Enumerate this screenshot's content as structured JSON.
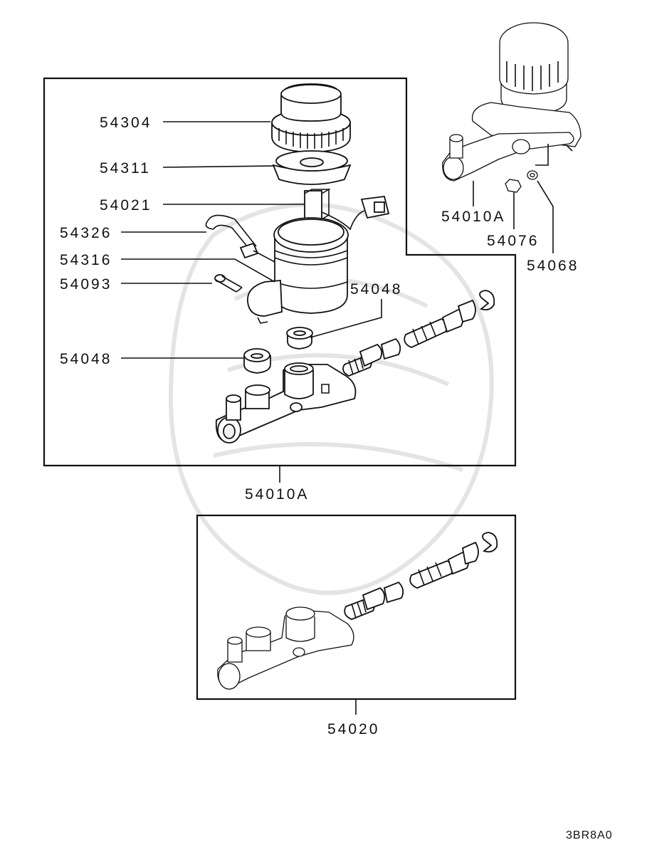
{
  "diagram": {
    "labels": {
      "reservoir_cap": "54304",
      "cap_gasket": "54311",
      "level_sensor": "54021",
      "fluid_hose": "54326",
      "reservoir": "54316",
      "screw": "54093",
      "grommet_upper": "54048",
      "grommet_lower": "54048",
      "master_cylinder_assy_main": "54010A",
      "master_cylinder_assy_inset": "54010A",
      "nut": "54076",
      "washer": "54068",
      "master_cylinder_kit": "54020"
    },
    "drawing_code": "3BR8A0"
  }
}
